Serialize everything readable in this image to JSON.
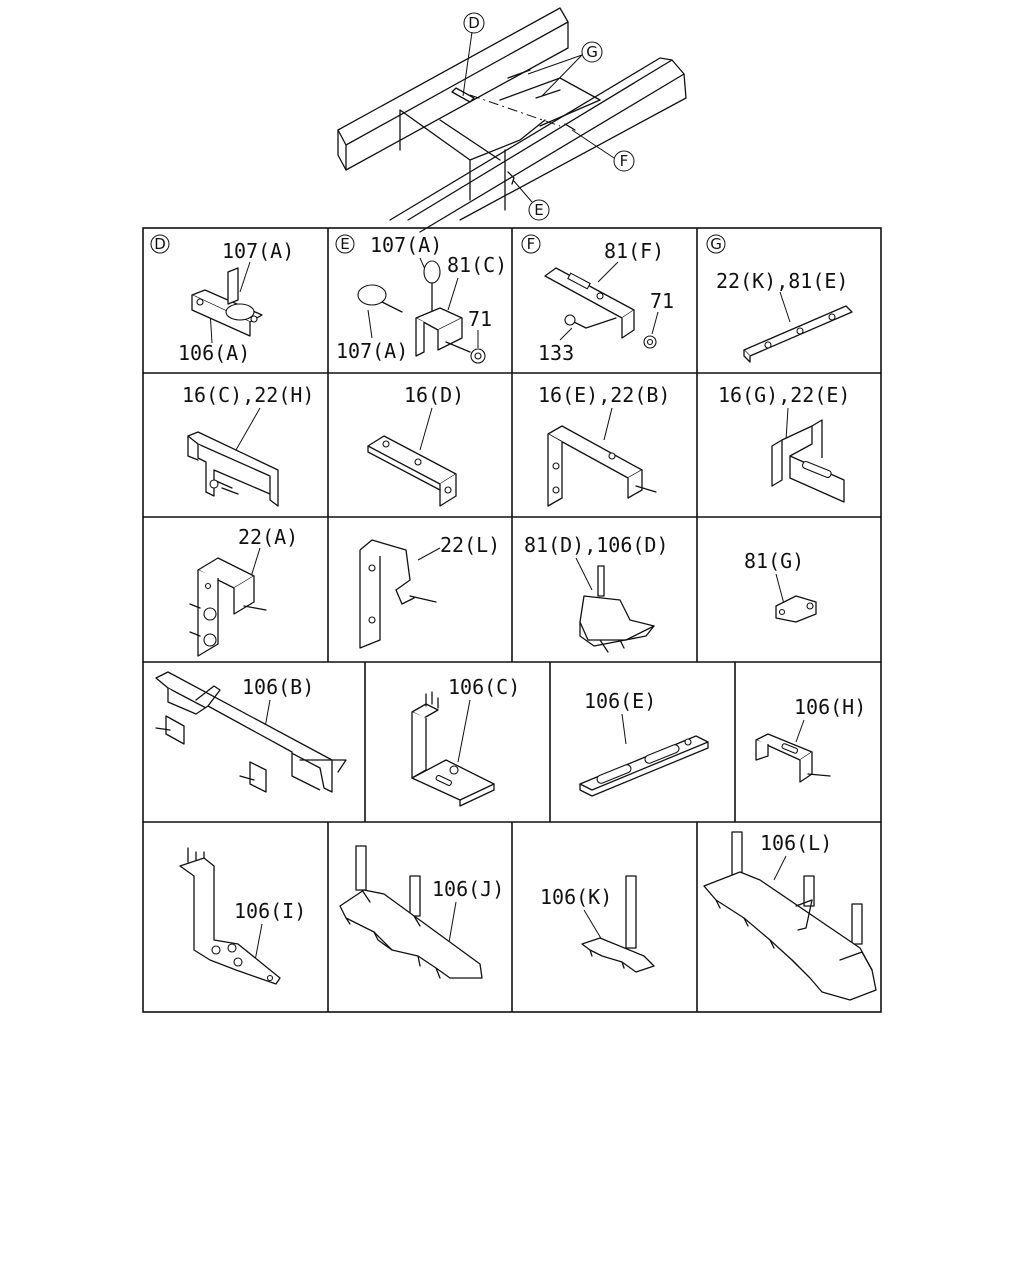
{
  "overview": {
    "markers": [
      "D",
      "G",
      "F",
      "E"
    ]
  },
  "cells": {
    "D": {
      "ref": "D",
      "labels": [
        "107(A)",
        "106(A)"
      ]
    },
    "E": {
      "ref": "E",
      "labels": [
        "107(A)",
        "81(C)",
        "71",
        "107(A)"
      ]
    },
    "F": {
      "ref": "F",
      "labels": [
        "81(F)",
        "71",
        "133"
      ]
    },
    "G": {
      "ref": "G",
      "labels": [
        "22(K),81(E)"
      ]
    },
    "r2c1": {
      "label": "16(C),22(H)"
    },
    "r2c2": {
      "label": "16(D)"
    },
    "r2c3": {
      "label": "16(E),22(B)"
    },
    "r2c4": {
      "label": "16(G),22(E)"
    },
    "r3c1": {
      "label": "22(A)"
    },
    "r3c2": {
      "label": "22(L)"
    },
    "r3c3": {
      "label": "81(D),106(D)"
    },
    "r3c4": {
      "label": "81(G)"
    },
    "r4c1": {
      "label": "106(B)"
    },
    "r4c2": {
      "label": "106(C)"
    },
    "r4c3": {
      "label": "106(E)"
    },
    "r4c4": {
      "label": "106(H)"
    },
    "r5c1": {
      "label": "106(I)"
    },
    "r5c2": {
      "label": "106(J)"
    },
    "r5c3": {
      "label": "106(K)"
    },
    "r5c4": {
      "label": "106(L)"
    }
  }
}
